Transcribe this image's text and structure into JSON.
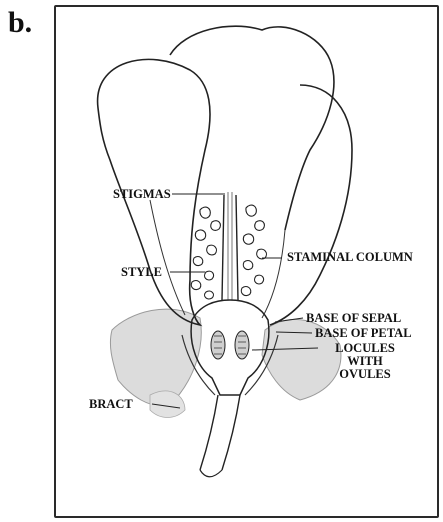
{
  "panel_letter": "b.",
  "labels": {
    "stigmas": "STIGMAS",
    "style": "STYLE",
    "staminal_column": "STAMINAL COLUMN",
    "base_of_sepal": "BASE OF SEPAL",
    "base_of_petal": "BASE OF PETAL",
    "locules_with_ovules": [
      "LOCULES",
      "WITH",
      "OVULES"
    ],
    "bract": "BRACT"
  }
}
